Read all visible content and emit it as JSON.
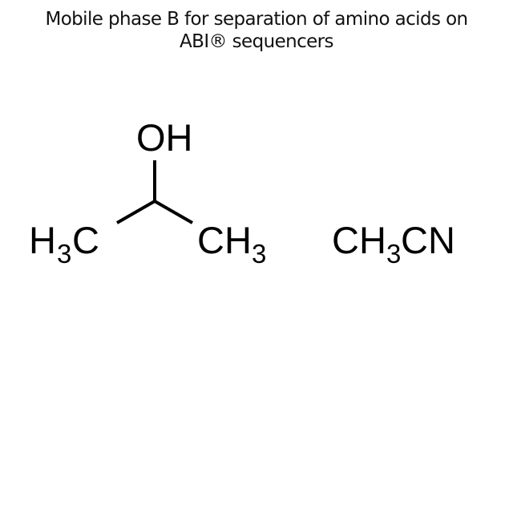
{
  "title": {
    "line1": "Mobile phase B for separation of amino acids on",
    "line2": "ABI® sequencers"
  },
  "structures": [
    {
      "name": "isopropanol",
      "labels": {
        "oh": "OH",
        "left_methyl_h": "H",
        "left_methyl_sub": "3",
        "left_methyl_c": "C",
        "right_methyl_c": "C",
        "right_methyl_h": "H",
        "right_methyl_sub": "3"
      }
    },
    {
      "name": "acetonitrile",
      "labels": {
        "c1": "C",
        "h": "H",
        "sub": "3",
        "cn": "CN"
      }
    }
  ],
  "colors": {
    "background": "#ffffff",
    "ink": "#000000"
  }
}
